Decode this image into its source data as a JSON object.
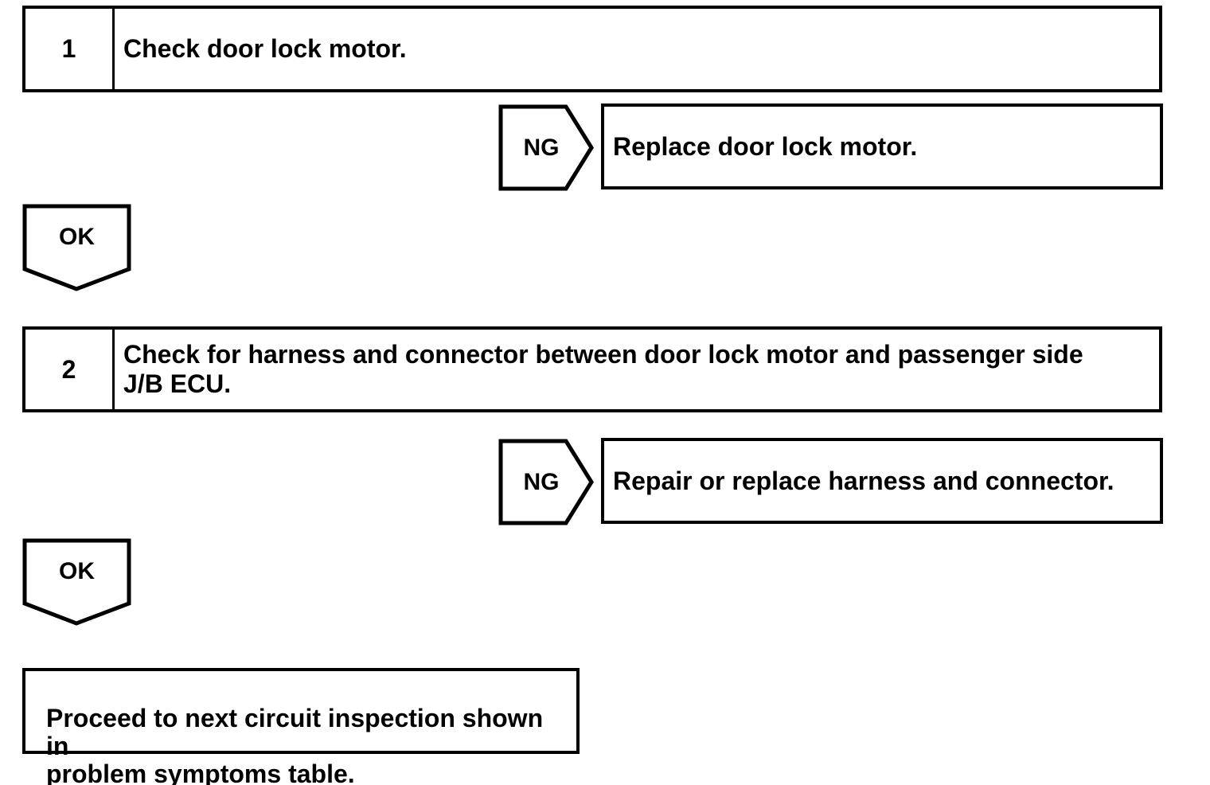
{
  "flow": {
    "steps": [
      {
        "number": "1",
        "instruction_lines": [
          "Check door lock motor."
        ],
        "ng": {
          "label": "NG",
          "action": "Replace door lock motor."
        },
        "ok": {
          "label": "OK"
        }
      },
      {
        "number": "2",
        "instruction_lines": [
          "Check for harness and connector between door lock motor and passenger side",
          "J/B ECU."
        ],
        "ng": {
          "label": "NG",
          "action": "Repair or replace harness and connector."
        },
        "ok": {
          "label": "OK"
        }
      }
    ],
    "result_lines": [
      "Proceed to next circuit inspection shown in",
      "problem symptoms table."
    ]
  },
  "colors": {
    "line": "#000000",
    "background": "#ffffff",
    "text": "#000000"
  }
}
